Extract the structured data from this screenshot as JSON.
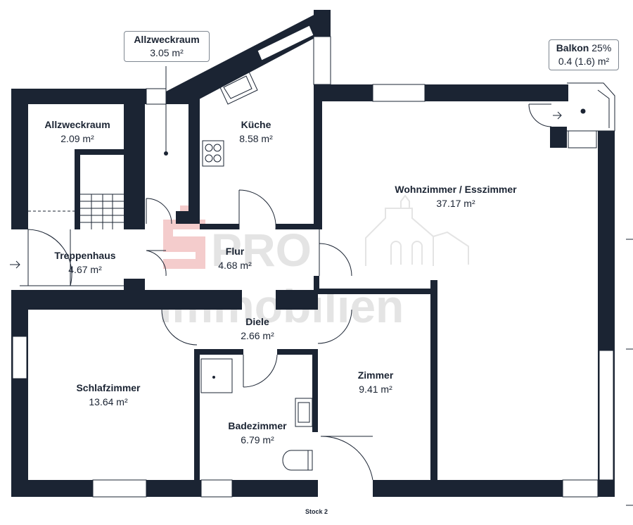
{
  "watermark": {
    "line1": "PRO",
    "line2": "Immobilien"
  },
  "rooms": [
    {
      "name": "Allzweckraum",
      "area": "2.09 m²"
    },
    {
      "name": "Küche",
      "area": "8.58 m²"
    },
    {
      "name": "Wohnzimmer / Esszimmer",
      "area": "37.17 m²"
    },
    {
      "name": "Treppenhaus",
      "area": "4.67 m²"
    },
    {
      "name": "Flur",
      "area": "4.68 m²"
    },
    {
      "name": "Diele",
      "area": "2.66 m²"
    },
    {
      "name": "Schlafzimmer",
      "area": "13.64 m²"
    },
    {
      "name": "Zimmer",
      "area": "9.41 m²"
    },
    {
      "name": "Badezimmer",
      "area": "6.79 m²"
    }
  ],
  "callouts": [
    {
      "name": "Allzweckraum",
      "area": "3.05 m²",
      "pct": ""
    },
    {
      "name": "Balkon",
      "pct": "25%",
      "area": "0.4 (1.6) m²"
    }
  ],
  "floor_label": "Stock 2",
  "colors": {
    "wall": "#1b2433",
    "watermark": "#e4e4e4",
    "watermark_red": "#f4cccc"
  }
}
